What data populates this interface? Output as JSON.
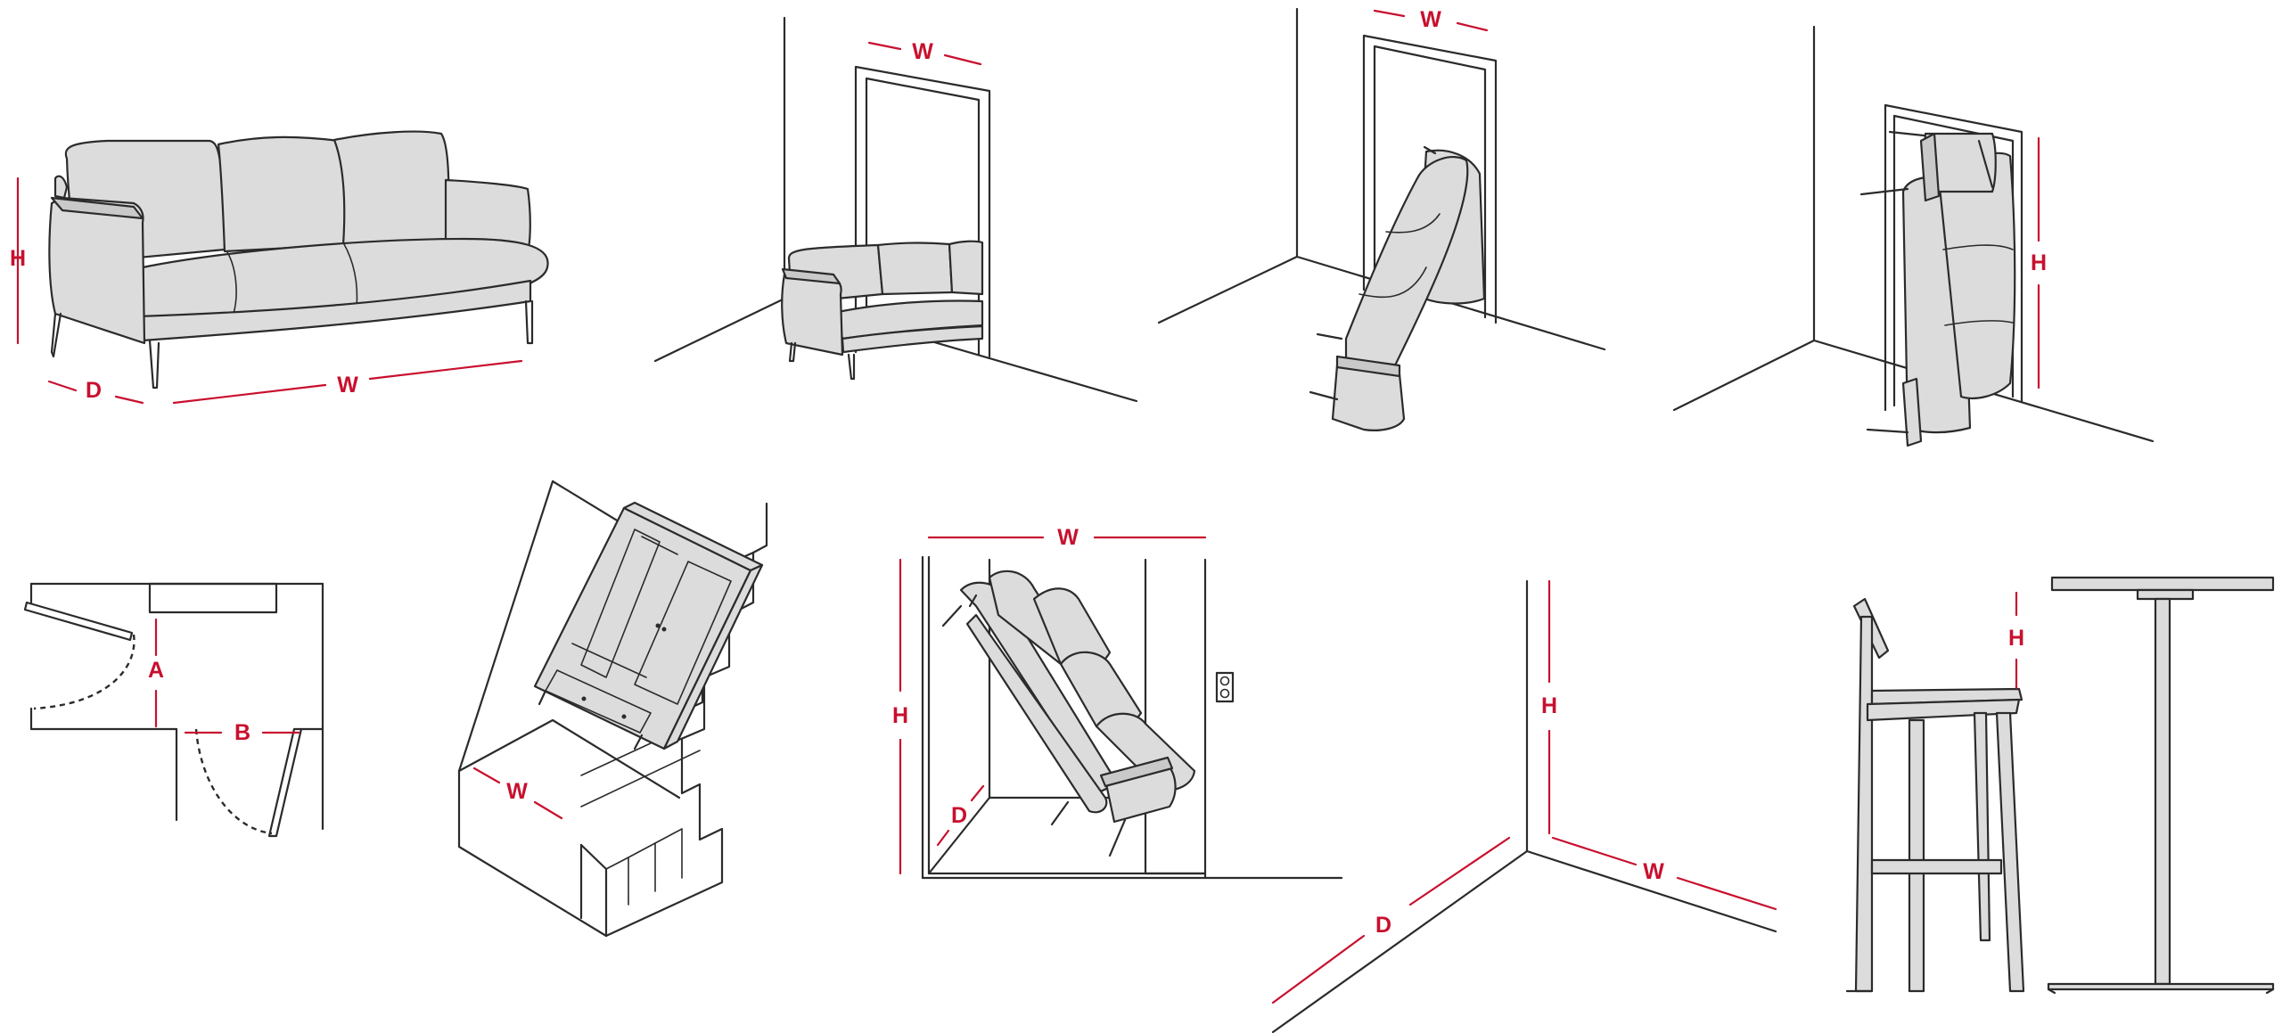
{
  "accent_color": "#c8102e",
  "line_color": "#2b2b2b",
  "furniture_fill": "#dcdcdc",
  "furniture_fill_dark": "#c9c9c9",
  "panels": [
    {
      "id": "sofa",
      "labels": {
        "height": "H",
        "depth": "D",
        "width": "W"
      }
    },
    {
      "id": "door-sofa-front",
      "labels": {
        "width": "W"
      }
    },
    {
      "id": "door-sofa-tilted",
      "labels": {
        "width": "W"
      }
    },
    {
      "id": "door-sofa-upright",
      "labels": {
        "height": "H"
      }
    },
    {
      "id": "hallway-plan",
      "labels": {
        "a": "A",
        "b": "B"
      }
    },
    {
      "id": "stairs-cabinet",
      "labels": {
        "width": "W"
      }
    },
    {
      "id": "elevator",
      "labels": {
        "width": "W",
        "height": "H",
        "depth": "D"
      }
    },
    {
      "id": "room-corner",
      "labels": {
        "height": "H",
        "width": "W",
        "depth": "D"
      }
    },
    {
      "id": "stool-table",
      "labels": {
        "height": "H"
      }
    }
  ]
}
